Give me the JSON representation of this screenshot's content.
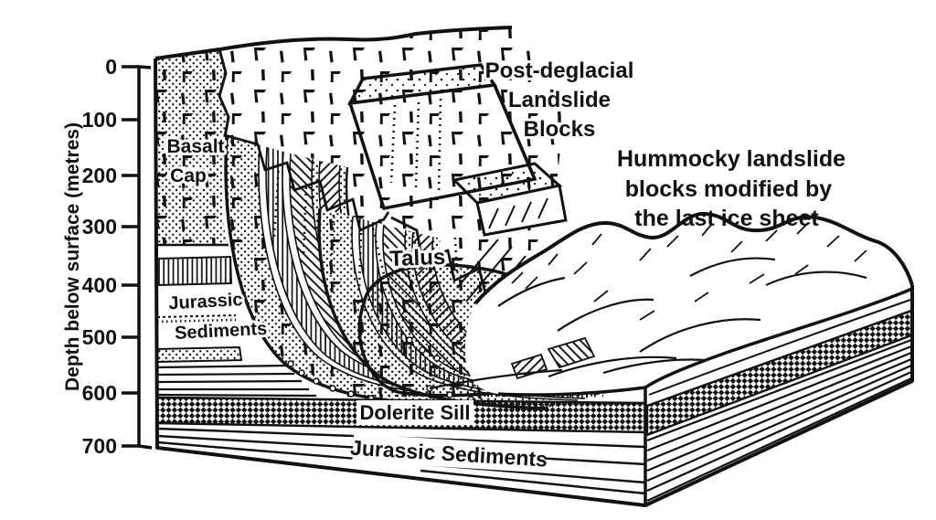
{
  "diagram": {
    "axis": {
      "label": "Depth below surface (metres)",
      "ticks": [
        "0",
        "100",
        "200",
        "300",
        "400",
        "500",
        "600",
        "700"
      ],
      "unit": "metres",
      "min": 0,
      "max": 700
    },
    "labels": {
      "basalt_cap": [
        "Basalt",
        "Cap"
      ],
      "post_deglacial": [
        "Post-deglacial",
        "Landslide",
        "Blocks"
      ],
      "hummocky": [
        "Hummocky landslide",
        "blocks modified by",
        "the last ice sheet"
      ],
      "talus": "Talus",
      "jurassic_upper": [
        "Jurassic",
        "Sediments"
      ],
      "dolerite_sill": "Dolerite Sill",
      "jurassic_lower": "Jurassic Sediments"
    },
    "colors": {
      "ink": "#111111",
      "paper": "#ffffff"
    }
  }
}
